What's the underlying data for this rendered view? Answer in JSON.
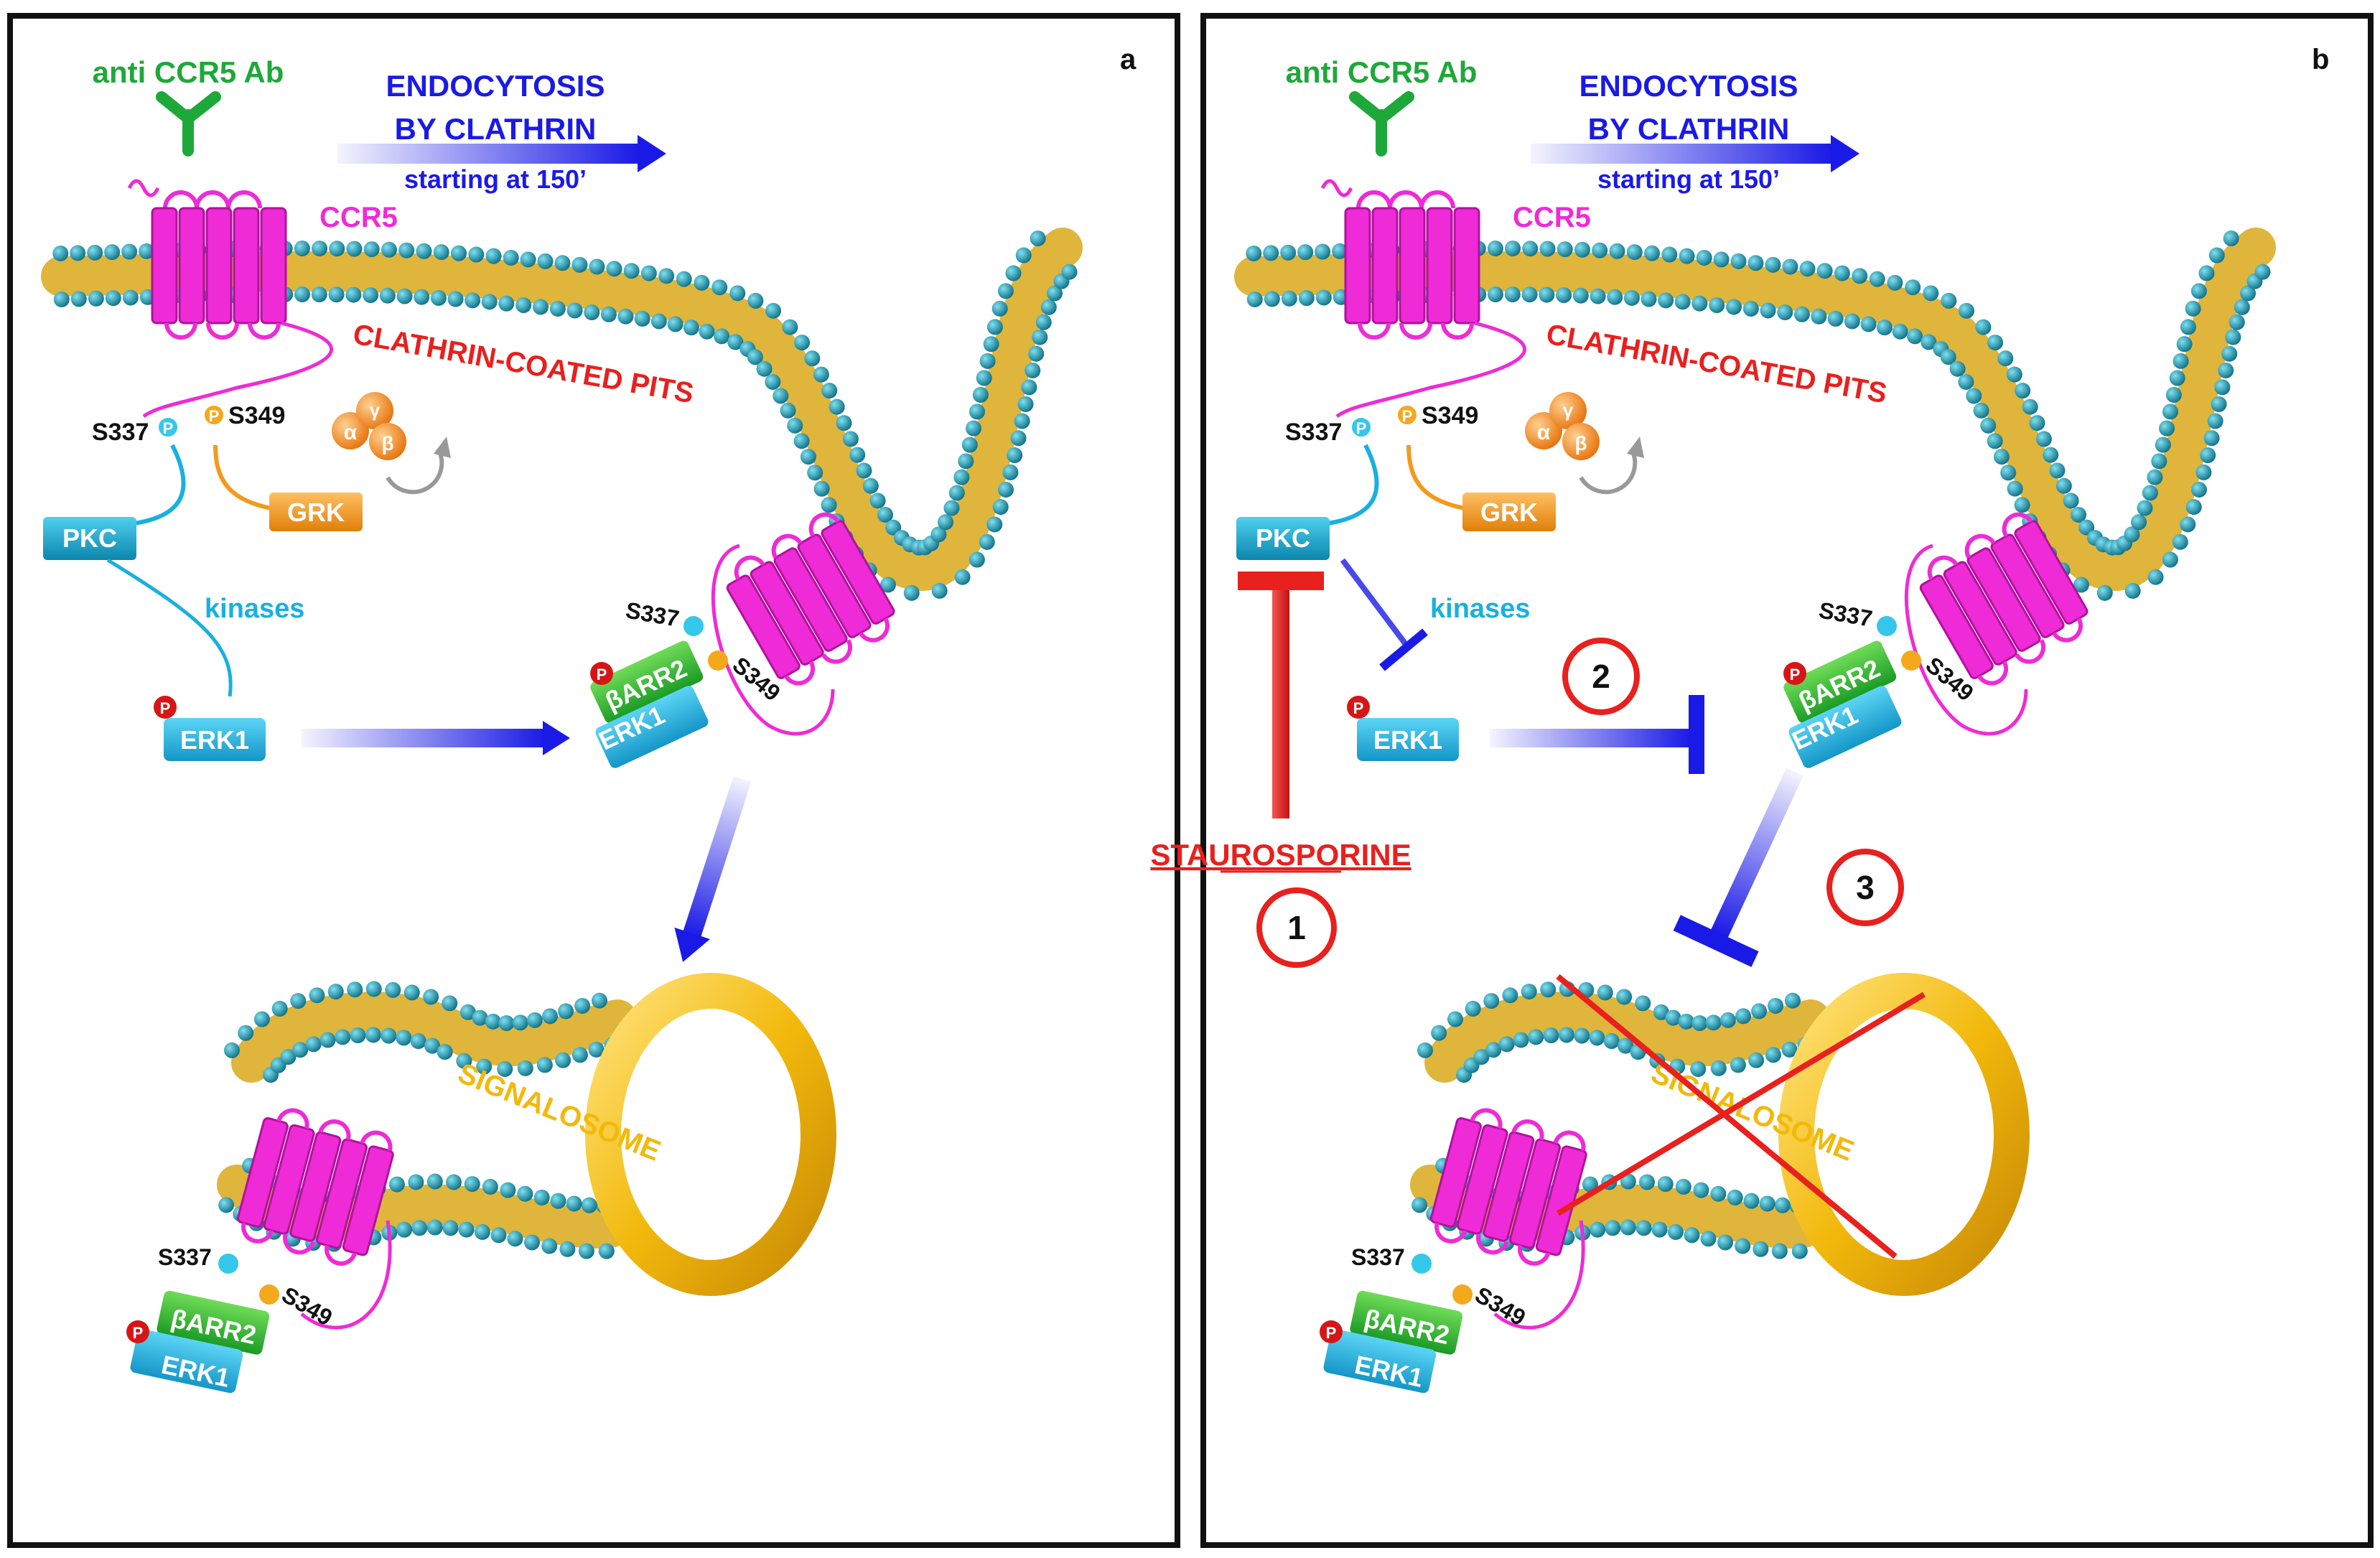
{
  "panels": [
    {
      "letter": "a",
      "antibody": "anti CCR5 Ab",
      "endocytosis_line1": "ENDOCYTOSIS",
      "endocytosis_line2": "BY CLATHRIN",
      "endocytosis_line3": "starting at 150’",
      "receptor": "CCR5",
      "pits": "CLATHRIN-COATED PITS",
      "s337": "S337",
      "s349": "S349",
      "p": "P",
      "gprot_alpha": "α",
      "gprot_beta": "β",
      "gprot_gamma": "γ",
      "grk": "GRK",
      "pkc": "PKC",
      "kinases": "kinases",
      "erk1": "ERK1",
      "barr2": "βARR2",
      "signalosome": "SIGNALOSOME"
    },
    {
      "letter": "b",
      "antibody": "anti CCR5 Ab",
      "endocytosis_line1": "ENDOCYTOSIS",
      "endocytosis_line2": "BY CLATHRIN",
      "endocytosis_line3": "starting at 150’",
      "receptor": "CCR5",
      "pits": "CLATHRIN-COATED PITS",
      "s337": "S337",
      "s349": "S349",
      "p": "P",
      "gprot_alpha": "α",
      "gprot_beta": "β",
      "gprot_gamma": "γ",
      "grk": "GRK",
      "pkc": "PKC",
      "kinases": "kinases",
      "erk1": "ERK1",
      "barr2": "βARR2",
      "signalosome": "SIGNALOSOME",
      "inhibitor": "STAUROSPORINE",
      "step1": "1",
      "step2": "2",
      "step3": "3"
    }
  ],
  "colors": {
    "antibody": "#1fa83a",
    "endocytosis": "#1a1ae6",
    "receptor": "#ee2bd6",
    "pits": "#e8201e",
    "kinase_blue": "#19b0e0",
    "grk": "#f39a1c",
    "barr2": "#2ab52e",
    "staurosporine": "#e8201e",
    "signalosome": "#f2b90c",
    "lipid_head": "#1d8fa8",
    "lipid_tail": "#d9a81a"
  }
}
